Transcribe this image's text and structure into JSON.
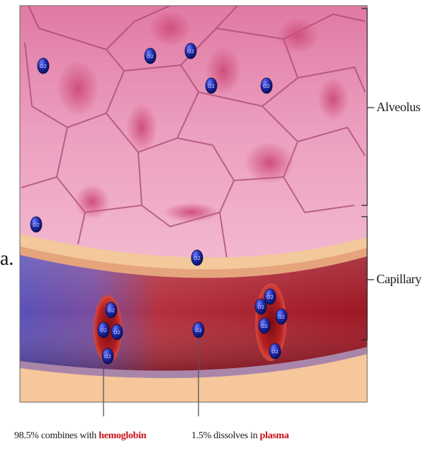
{
  "labels": {
    "alveolus": "Alveolus",
    "capillary": "Capillary"
  },
  "molecule_label": "O2",
  "captions": {
    "hemoglobin_prefix": "98.5% combines with ",
    "hemoglobin_emphasis": "hemoglobin",
    "plasma_prefix": "1.5% dissolves in ",
    "plasma_emphasis": "plasma"
  },
  "edge_fragment": "a.",
  "colors": {
    "alveolar_cells": "#e58fb2",
    "cell_nucleus": "#d2537f",
    "capillary_blood": "#b01e2c",
    "venous_side": "#6f4fb0",
    "red_blood_cell": "#c52a2a",
    "oxygen_molecule": "#1f2aa6",
    "caption_emphasis": "#c8101a"
  }
}
